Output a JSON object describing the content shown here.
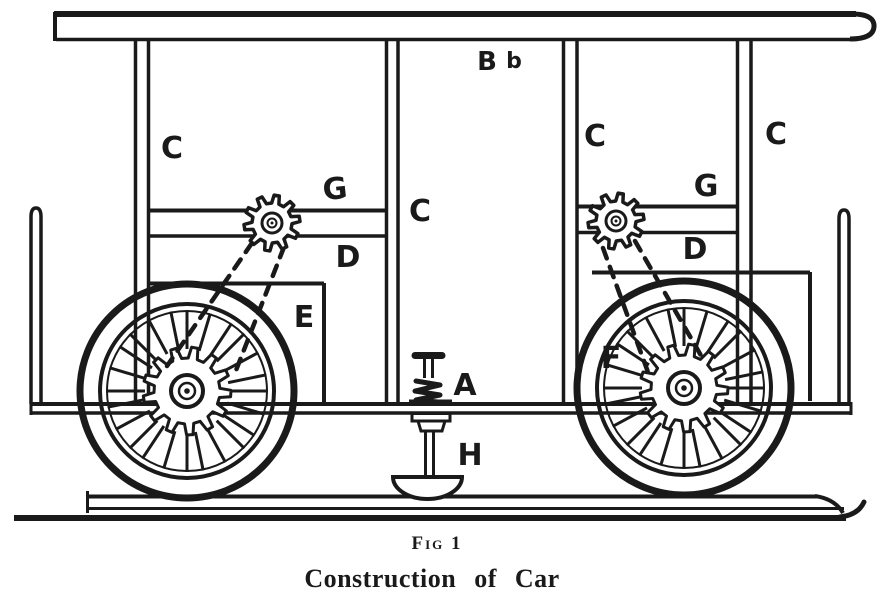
{
  "figure": {
    "fig_label": "Fig 1",
    "title": "Construction of Car",
    "part_labels": {
      "B": "B",
      "b_small": "b",
      "C_left": "C",
      "C_center": "C",
      "C_right_inner": "C",
      "C_right_outer": "C",
      "G_left": "G",
      "G_right": "G",
      "D_left": "D",
      "D_right": "D",
      "E": "E",
      "F": "F",
      "A": "A",
      "H": "H"
    }
  },
  "colors": {
    "ink": "#1a1a1a",
    "paper": "#ffffff"
  }
}
